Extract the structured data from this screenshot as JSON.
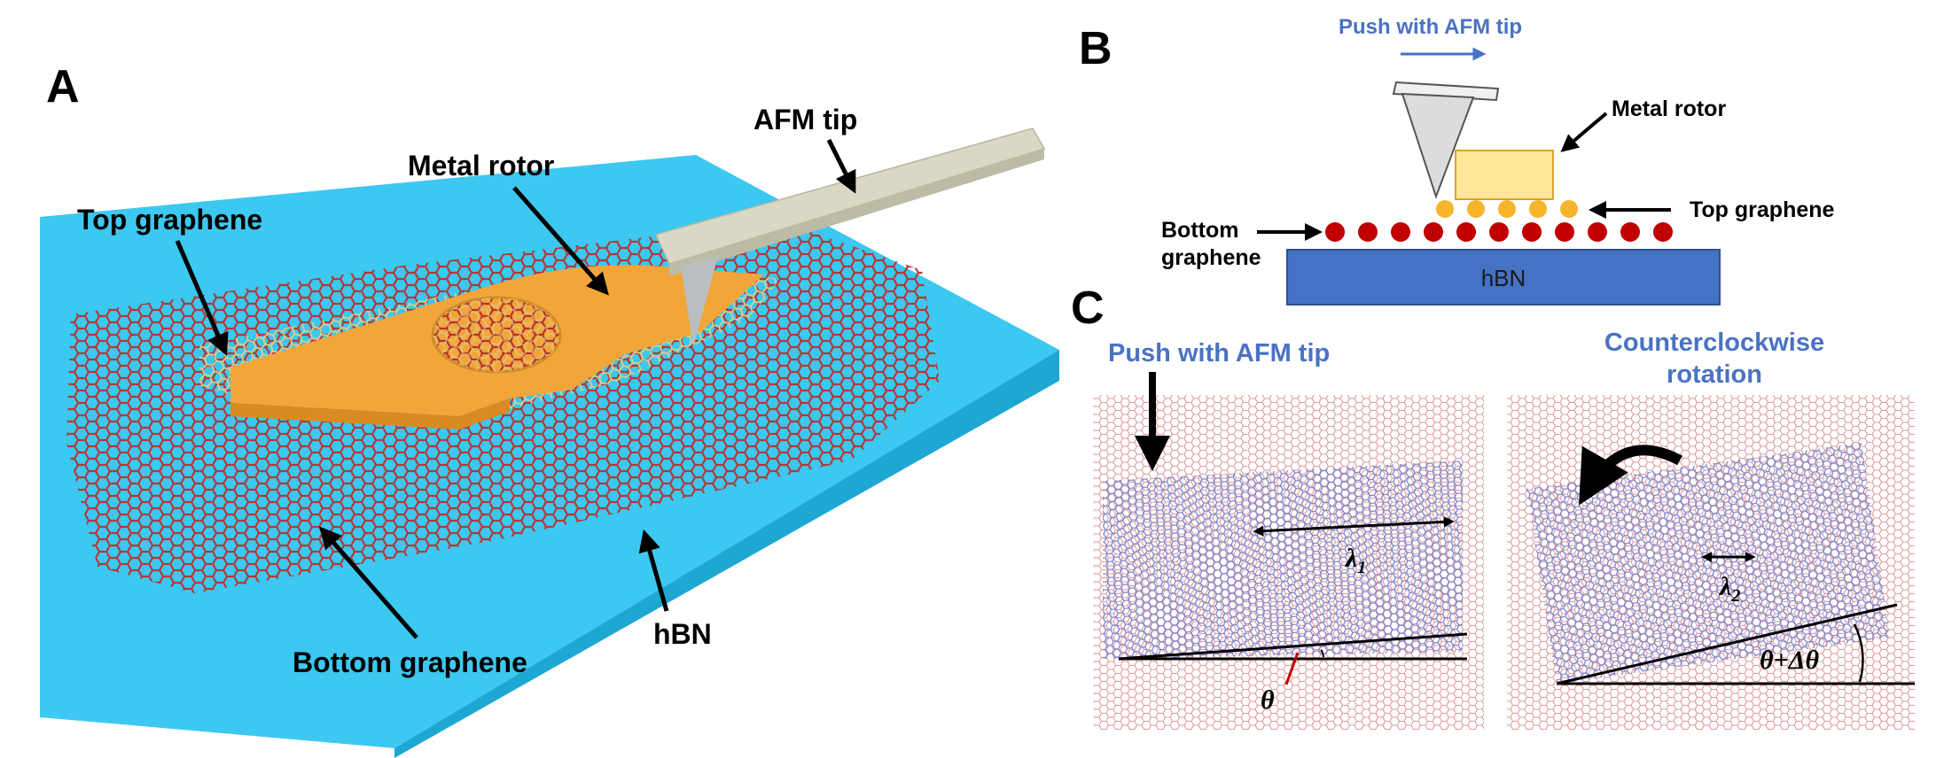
{
  "panels": {
    "a": {
      "letter": "A",
      "labels": {
        "afm_tip": "AFM tip",
        "metal_rotor": "Metal rotor",
        "top_graphene": "Top graphene",
        "bottom_graphene": "Bottom graphene",
        "hbn": "hBN"
      }
    },
    "b": {
      "letter": "B",
      "push": "Push with AFM tip",
      "metal_rotor": "Metal rotor",
      "top_graphene": "Top graphene",
      "bottom_graphene_1": "Bottom",
      "bottom_graphene_2": "graphene",
      "hbn": "hBN"
    },
    "c": {
      "letter": "C",
      "left_title": "Push with AFM tip",
      "right_title_1": "Counterclockwise",
      "right_title_2": "rotation",
      "lambda1": "λ",
      "lambda1_sub": "1",
      "lambda2": "λ",
      "lambda2_sub": "2",
      "theta": "θ",
      "theta_plus": "θ+Δθ"
    }
  },
  "colors": {
    "substrate": "#3cc8f0",
    "bottom_atoms": "#b8312e",
    "top_atoms": "#ede3a8",
    "rotor": "#f2a63a",
    "afm": "#d8d8c4",
    "hbn_block": "#4472c4",
    "blue_text": "#4a72c4",
    "top_dots": "#f7b52c",
    "bottom_dots": "#c00000",
    "moire_red": "#e09a9a",
    "moire_blue": "#6f76c8"
  }
}
